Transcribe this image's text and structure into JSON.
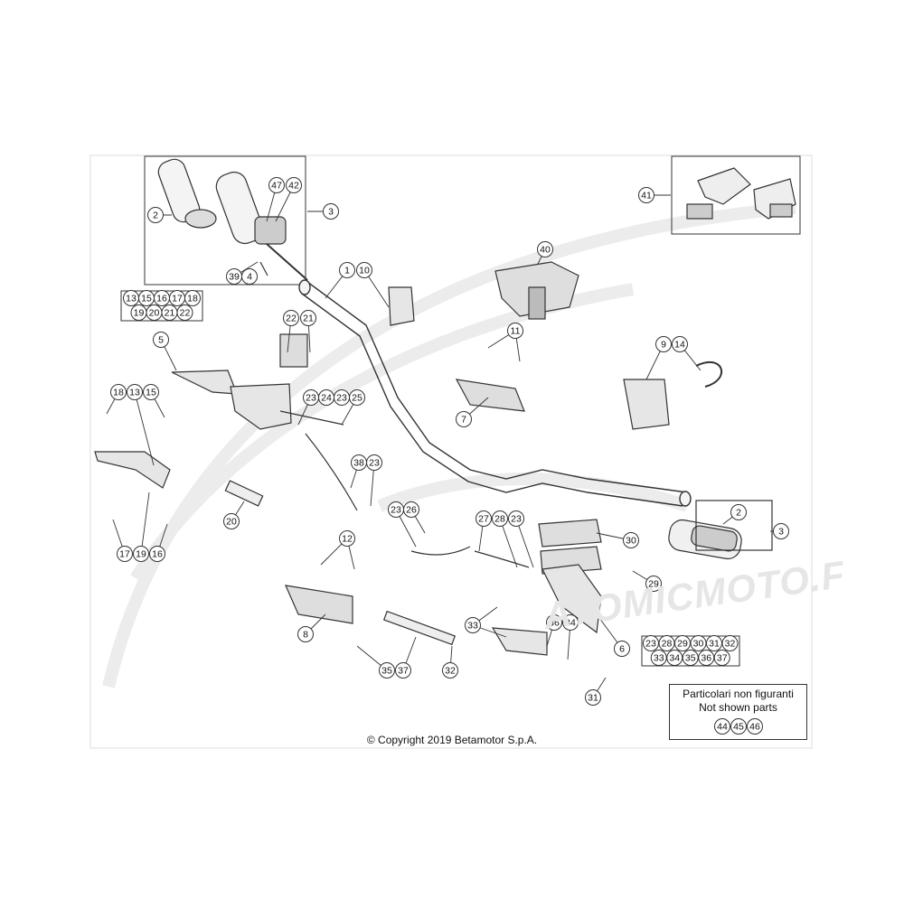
{
  "copyright": "© Copyright 2019 Betamotor S.p.A.",
  "watermark_text": "ATOMICMOTO.F",
  "not_shown_note": {
    "line1": "Particolari non figuranti",
    "line2": "Not shown parts",
    "parts": [
      "44",
      "45",
      "46"
    ]
  },
  "callouts": [
    {
      "id": "c-1",
      "label": "1"
    },
    {
      "id": "c-10",
      "label": "10"
    },
    {
      "id": "c-2a",
      "label": "2"
    },
    {
      "id": "c-47",
      "label": "47"
    },
    {
      "id": "c-42",
      "label": "42"
    },
    {
      "id": "c-3a",
      "label": "3"
    },
    {
      "id": "c-39",
      "label": "39"
    },
    {
      "id": "c-4",
      "label": "4"
    },
    {
      "id": "c-40",
      "label": "40"
    },
    {
      "id": "c-11",
      "label": "11"
    },
    {
      "id": "c-7",
      "label": "7"
    },
    {
      "id": "c-41",
      "label": "41"
    },
    {
      "id": "c-9",
      "label": "9"
    },
    {
      "id": "c-14",
      "label": "14"
    },
    {
      "id": "c-22a",
      "label": "22"
    },
    {
      "id": "c-21a",
      "label": "21"
    },
    {
      "id": "c-5",
      "label": "5"
    },
    {
      "id": "c-18",
      "label": "18"
    },
    {
      "id": "c-13a",
      "label": "13"
    },
    {
      "id": "c-15a",
      "label": "15"
    },
    {
      "id": "c-23a",
      "label": "23"
    },
    {
      "id": "c-24",
      "label": "24"
    },
    {
      "id": "c-23b",
      "label": "23"
    },
    {
      "id": "c-25",
      "label": "25"
    },
    {
      "id": "c-38",
      "label": "38"
    },
    {
      "id": "c-23c",
      "label": "23"
    },
    {
      "id": "c-20a",
      "label": "20"
    },
    {
      "id": "c-17",
      "label": "17"
    },
    {
      "id": "c-19a",
      "label": "19"
    },
    {
      "id": "c-16",
      "label": "16"
    },
    {
      "id": "c-23d",
      "label": "23"
    },
    {
      "id": "c-26",
      "label": "26"
    },
    {
      "id": "c-27",
      "label": "27"
    },
    {
      "id": "c-28a",
      "label": "28"
    },
    {
      "id": "c-23e",
      "label": "23"
    },
    {
      "id": "c-30",
      "label": "30"
    },
    {
      "id": "c-29",
      "label": "29"
    },
    {
      "id": "c-2b",
      "label": "2"
    },
    {
      "id": "c-3b",
      "label": "3"
    },
    {
      "id": "c-12",
      "label": "12"
    },
    {
      "id": "c-8",
      "label": "8"
    },
    {
      "id": "c-33a",
      "label": "33"
    },
    {
      "id": "c-36a",
      "label": "36"
    },
    {
      "id": "c-34a",
      "label": "34"
    },
    {
      "id": "c-35a",
      "label": "35"
    },
    {
      "id": "c-37a",
      "label": "37"
    },
    {
      "id": "c-32a",
      "label": "32"
    },
    {
      "id": "c-6",
      "label": "6"
    },
    {
      "id": "c-31",
      "label": "31"
    }
  ],
  "kit_box_left": {
    "row1": [
      "13",
      "15",
      "16",
      "17",
      "18"
    ],
    "row2": [
      "19",
      "20",
      "21",
      "22"
    ]
  },
  "kit_box_right": {
    "row1": [
      "23",
      "28",
      "29",
      "30",
      "31",
      "32"
    ],
    "row2": [
      "33",
      "34",
      "35",
      "36",
      "37"
    ]
  }
}
